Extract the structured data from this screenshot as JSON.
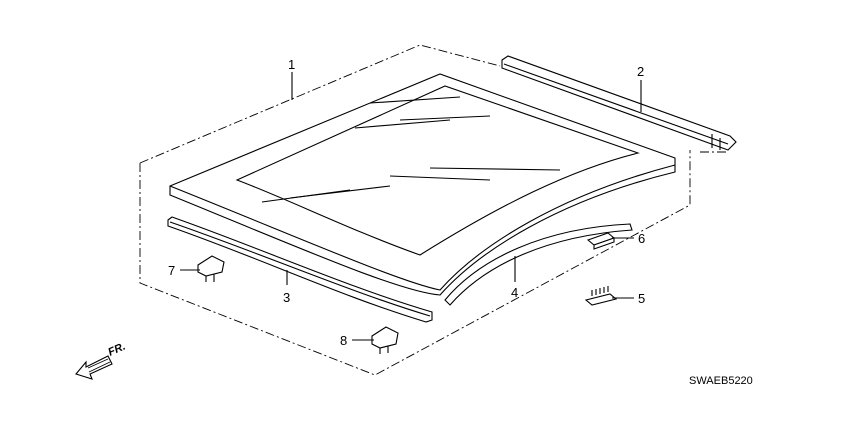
{
  "diagram": {
    "callouts": [
      {
        "id": "1",
        "label": "1"
      },
      {
        "id": "2",
        "label": "2"
      },
      {
        "id": "3",
        "label": "3"
      },
      {
        "id": "4",
        "label": "4"
      },
      {
        "id": "5",
        "label": "5"
      },
      {
        "id": "6",
        "label": "6"
      },
      {
        "id": "7",
        "label": "7"
      },
      {
        "id": "8",
        "label": "8"
      }
    ],
    "direction_label": "FR.",
    "diagram_code": "SWAEB5220"
  }
}
